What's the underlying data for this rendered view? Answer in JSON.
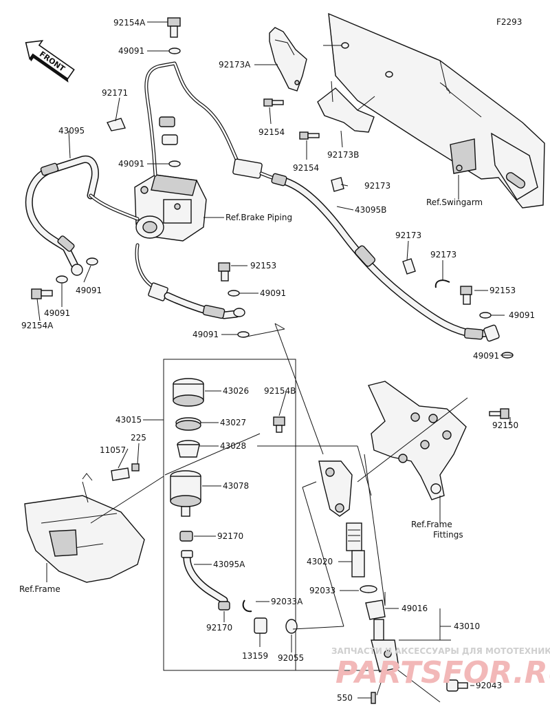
{
  "diagram_code": "F2293",
  "front_label": "FRONT",
  "labels": {
    "p92154A_top": "92154A",
    "p49091_a": "49091",
    "p92171": "92171",
    "p43095": "43095",
    "p49091_b": "49091",
    "p92173A": "92173A",
    "p92154_a": "92154",
    "p92154_b": "92154",
    "p92173B": "92173B",
    "p92173_a": "92173",
    "p43095B": "43095B",
    "ref_brake_piping": "Ref.Brake Piping",
    "ref_swingarm": "Ref.Swingarm",
    "p92173_b": "92173",
    "p92173_c": "92173",
    "p92153_a": "92153",
    "p49091_c": "49091",
    "p92153_b": "92153",
    "p49091_d": "49091",
    "p49091_e": "49091",
    "p49091_f": "49091",
    "p49091_g": "49091",
    "p92154A_bottom": "92154A",
    "p49091_h": "49091",
    "p43026": "43026",
    "p43015": "43015",
    "p43027": "43027",
    "p92154B": "92154B",
    "p43028": "43028",
    "p225": "225",
    "p11057": "11057",
    "p43078": "43078",
    "p92150": "92150",
    "p92170_a": "92170",
    "ref_frame_fittings_1": "Ref.Frame",
    "ref_frame_fittings_2": "Fittings",
    "p43095A": "43095A",
    "ref_frame": "Ref.Frame",
    "p43020": "43020",
    "p92033": "92033",
    "p92033A": "92033A",
    "p49016": "49016",
    "p43010": "43010",
    "p92170_b": "92170",
    "p13159": "13159",
    "p92055": "92055",
    "p92043": "92043",
    "p550": "550"
  },
  "watermark": {
    "line1": "ЗАПЧАСТИ И АКСЕССУАРЫ ДЛЯ МОТОТЕХНИКИ",
    "line2": "PARTSFOR.RU"
  },
  "colors": {
    "line": "#111111",
    "part_fill": "#f4f4f4",
    "watermark_text": "#cfcfcf",
    "watermark_brand": "#f2b8b8"
  }
}
